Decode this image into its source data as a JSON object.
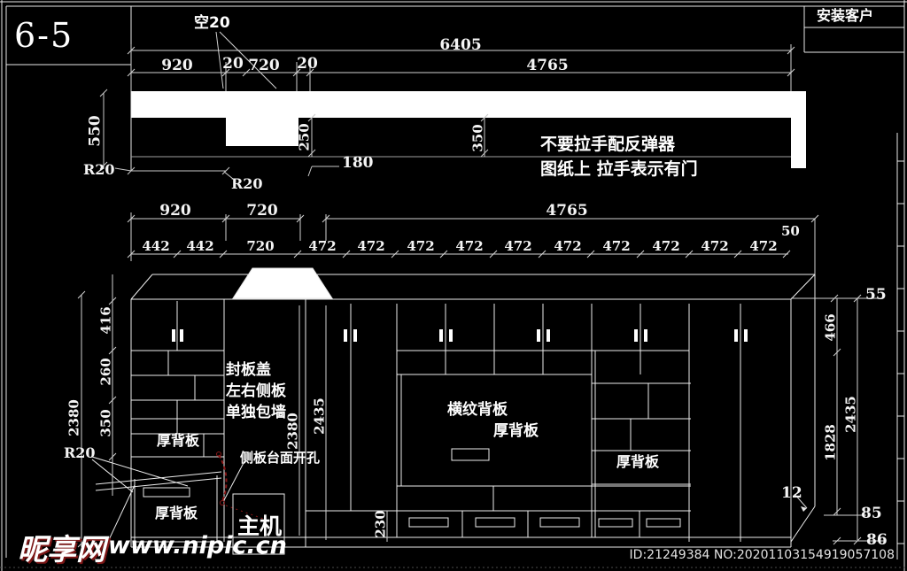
{
  "sheet": {
    "number": "6-5",
    "customer_label": "安装客户"
  },
  "annotations": {
    "gap_note": "空20",
    "note_line1": "不要拉手配反弹器",
    "note_line2": "图纸上 拉手表示有门",
    "seal_board": "封板盖",
    "lr_side_board": "左右侧板",
    "solo_wrap_wall": "单独包墙",
    "back_panel_desk_top": "厚背板",
    "back_panel_desk_front": "厚背板",
    "pattern_back_panel": "横纹背板",
    "thick_back_center": "厚背板",
    "thick_back_right": "厚背板",
    "host": "主机",
    "side_panel_hole": "侧板台面开孔"
  },
  "dims": {
    "overall_width": "6405",
    "top_row": {
      "seg1": "920",
      "gap1": "20",
      "seg2": "720",
      "gap2": "20",
      "seg3": "4765"
    },
    "mid_row": {
      "seg1": "920",
      "seg2": "720",
      "seg3": "4765"
    },
    "unit_row": {
      "a": "442",
      "b": "442",
      "c": "720",
      "units": [
        "472",
        "472",
        "472",
        "472",
        "472",
        "472",
        "472",
        "472",
        "472",
        "472"
      ],
      "end": "50"
    },
    "left_top": {
      "depth": "550",
      "r1": "R20",
      "r2": "R20",
      "notch": "250",
      "d350": "350",
      "d180": "180"
    },
    "left_col": {
      "total": "2380",
      "c416": "416",
      "c260": "260",
      "c350": "350",
      "r20": "R20"
    },
    "inner": {
      "h2380": "2380",
      "h2435": "2435",
      "base230": "230"
    },
    "right_col": {
      "d55": "55",
      "d466": "466",
      "d2435": "2435",
      "d1828": "1828",
      "d12": "12",
      "d85": "85",
      "d86": "86"
    }
  },
  "watermark": {
    "site_name": "昵享网",
    "site_url": "www.nipic.cn",
    "id_no": "ID:21249384 NO:20201103154919057108"
  }
}
